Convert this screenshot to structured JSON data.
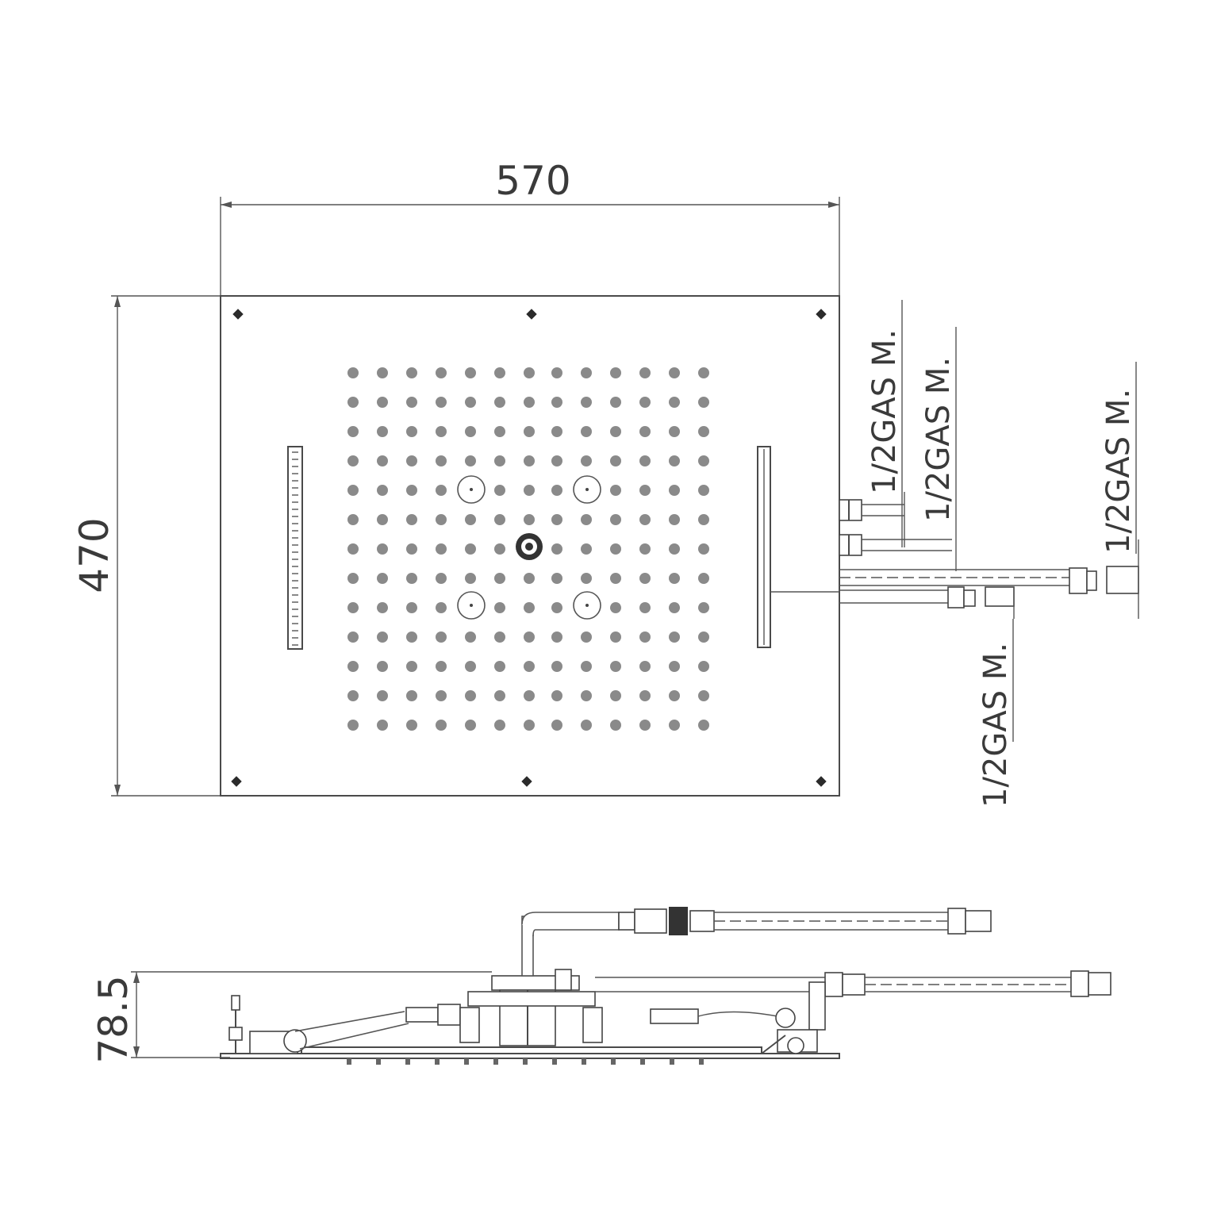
{
  "diagram": {
    "dimensions": {
      "width": "570",
      "height": "470",
      "depth": "78.5"
    },
    "connections": [
      {
        "label": "1/2GAS M."
      },
      {
        "label": "1/2GAS M."
      },
      {
        "label": "1/2GAS M."
      },
      {
        "label": "1/2GAS M."
      }
    ],
    "nozzle_grid": {
      "rows": 13,
      "cols": 13
    },
    "colors": {
      "line": "#4a4a4a",
      "nozzle": "#8a8a8a",
      "background": "#ffffff"
    }
  }
}
